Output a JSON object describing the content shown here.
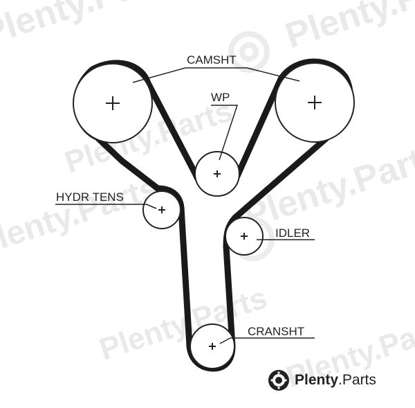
{
  "watermark": {
    "text": "Plenty.Parts",
    "color": "#e9e9e9"
  },
  "diagram": {
    "belt_color": "#1a1a1a",
    "labels": {
      "camshaft": "CAMSHT",
      "water_pump": "WP",
      "hydraulic_tensioner": "HYDR TENS",
      "idler": "IDLER",
      "crankshaft": "CRANSHT"
    },
    "pulleys": [
      {
        "id": "camshaft-left",
        "icon": "plus-center-mark-icon"
      },
      {
        "id": "camshaft-right",
        "icon": "plus-center-mark-icon"
      },
      {
        "id": "water-pump",
        "icon": "plus-center-mark-icon"
      },
      {
        "id": "hydraulic-tensioner",
        "icon": "plus-center-mark-icon"
      },
      {
        "id": "idler",
        "icon": "plus-center-mark-icon"
      },
      {
        "id": "crankshaft",
        "icon": "plus-center-mark-icon"
      }
    ]
  },
  "brand": {
    "icon": "brake-disc-logo-icon",
    "name_bold": "Plenty",
    "name_rest": ".Parts"
  }
}
